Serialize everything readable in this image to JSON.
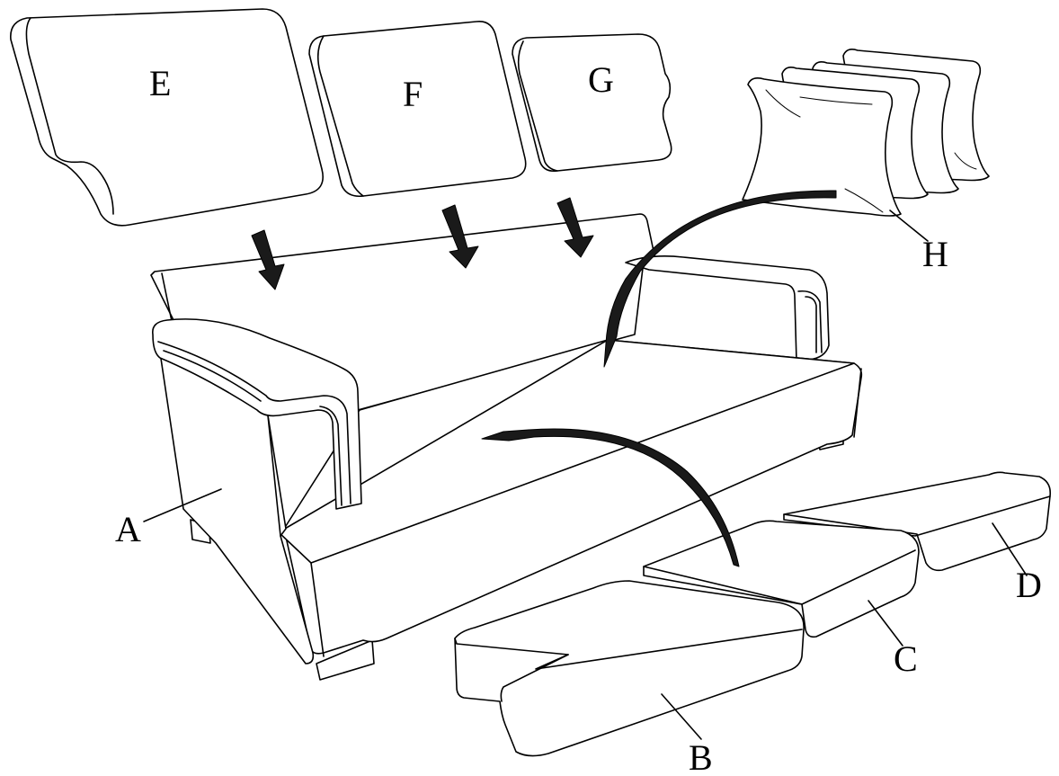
{
  "labels": {
    "A": "A",
    "B": "B",
    "C": "C",
    "D": "D",
    "E": "E",
    "F": "F",
    "G": "G",
    "H": "H"
  },
  "colors": {
    "line": "#000000",
    "background": "#ffffff",
    "arrow_fill": "#1a1a1a"
  }
}
